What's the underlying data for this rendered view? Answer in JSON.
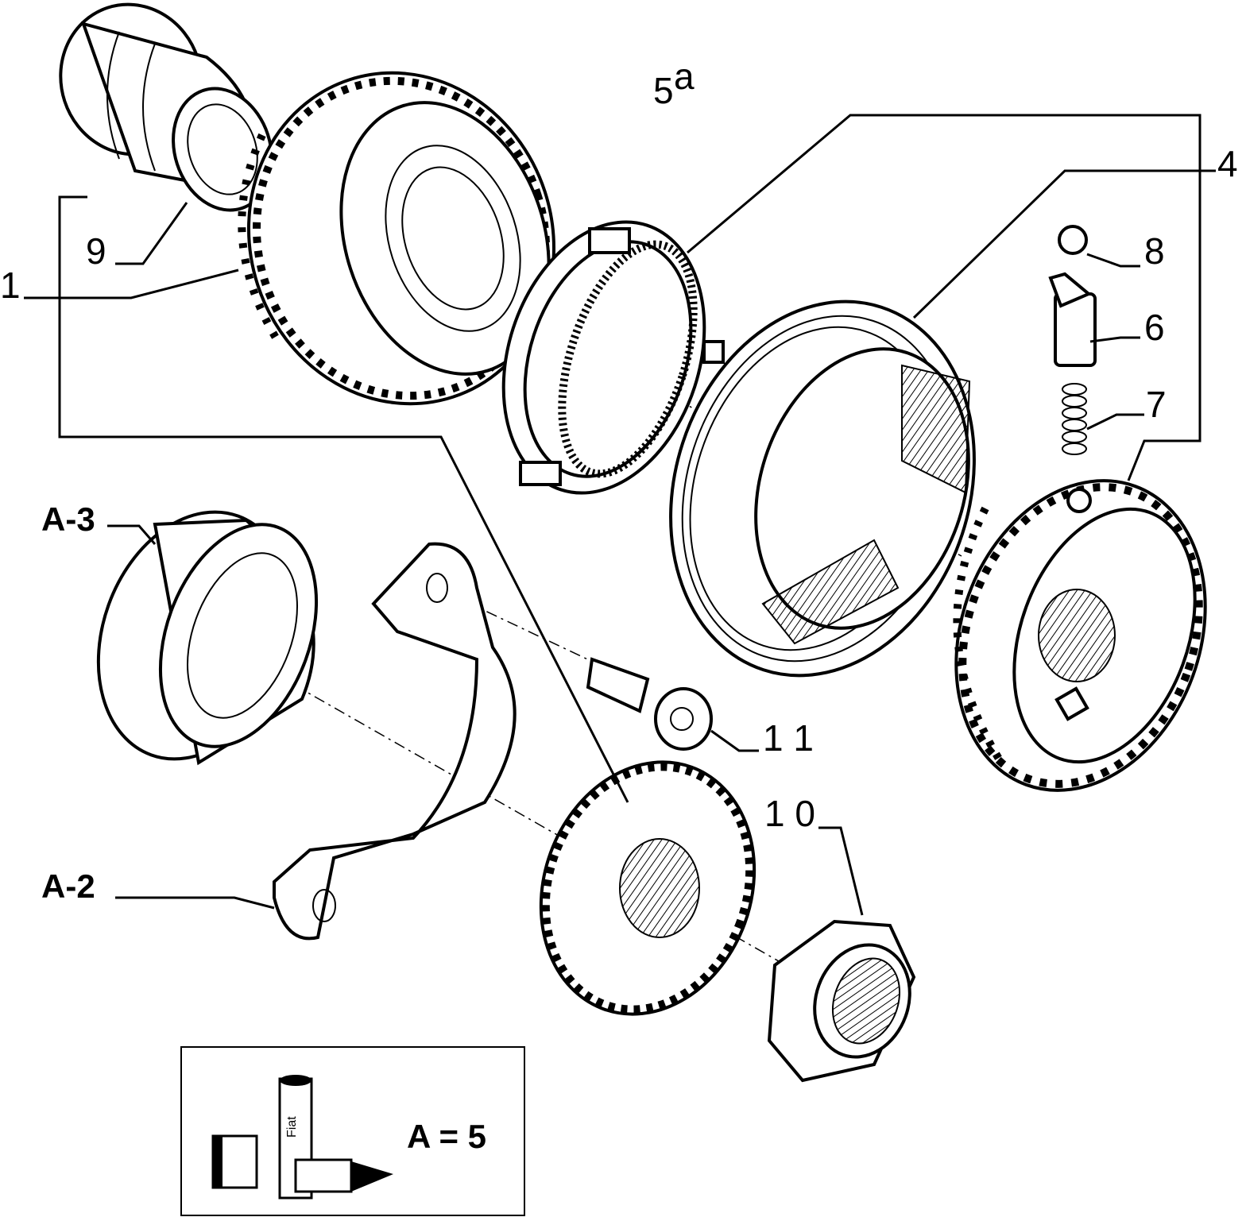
{
  "figure": {
    "title_main": "5",
    "title_sup": "a"
  },
  "callouts": {
    "c1": "1",
    "c4": "4",
    "c6": "6",
    "c7": "7",
    "c8": "8",
    "c9": "9",
    "c10": "1 0",
    "c11": "1 1",
    "a3": "A-3",
    "a2": "A-2"
  },
  "legend": {
    "formula": "A =  5",
    "can_brand": "Fiat"
  }
}
